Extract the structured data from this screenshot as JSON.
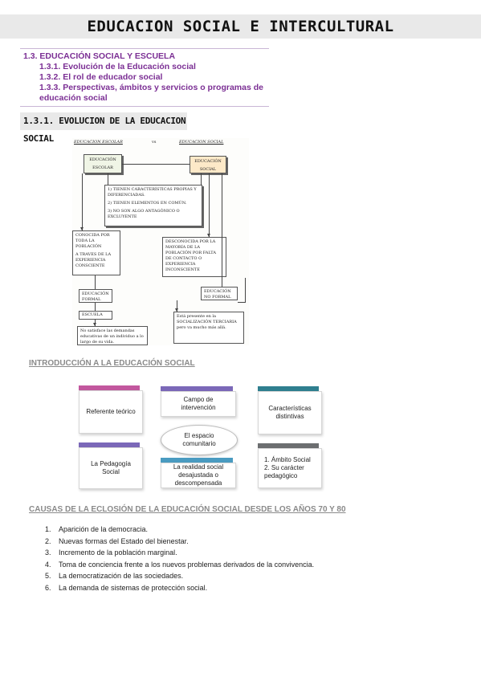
{
  "page": {
    "title": "EDUCACION SOCIAL E INTERCULTURAL"
  },
  "toc": {
    "item_main": "1.3. EDUCACIÓN SOCIAL Y ESCUELA",
    "item_1": "1.3.1. Evolución de la Educación social",
    "item_2": "1.3.2. El rol de educador social",
    "item_3a": "1.3.3. Perspectivas, ámbitos y servicios o programas de",
    "item_3b": "educación social"
  },
  "section_title": "1.3.1. EVOLUCION DE LA EDUCACION SOCIAL",
  "diagram": {
    "header_left": "EDUCACION ESCOLAR",
    "header_vs": "vs",
    "header_right": "EDUCACION SOCIAL",
    "box_escolar_1": "EDUCACIÓN",
    "box_escolar_2": "ESCOLAR",
    "box_social_1": "EDUCACIÓN",
    "box_social_2": "SOCIAL",
    "center_1": "1) TIENEN CARACTERÍSTICAS PROPIAS Y DIFERENCIADAS.",
    "center_2": "2) TIENEN ELEMENTOS EN COMÚN.",
    "center_3": "3) NO SON ALGO ANTAGÓNICO O EXCLUYENTE",
    "left_1": "CONOCIDA POR TODA LA POBLACIÓN",
    "left_2": "A TRAVES DE LA EXPERIENCIA CONSCIENTE",
    "right_1": "DESCONOCIDA POR LA MAYORÍA DE LA POBLACIÓN POR FALTA DE CONTACTO O EXPERIENCIA INCONSCIENTE",
    "formal": "EDUCACIÓN FORMAL",
    "noformal": "EDUCACIÓN NO FORMAL",
    "escuela": "ESCUELA",
    "bottom_left": "No satisface las demandas educativas de un individuo a lo largo de su vida.",
    "bottom_right": "Está presente en la SOCIALIZACIÓN TERCIARIA pero va mucho más allá."
  },
  "intro": {
    "heading": "INTRODUCCIÓN A LA EDUCACIÓN SOCIAL",
    "c1": "Referente teórico",
    "c2": "La Pedagogía Social",
    "c3": "Campo de intervención",
    "c4": "El espacio comunitario",
    "c5": "La realidad social desajustada o descompensada",
    "c6": "Características distintivas",
    "c7a": "1. Ámbito Social",
    "c7b": "2. Su carácter pedagógico",
    "colors": {
      "pink": "#c2579e",
      "purple": "#7b68b8",
      "blue": "#4a9bc1",
      "teal": "#2f7f8f",
      "gray": "#6c6e70"
    }
  },
  "causes": {
    "heading": "CAUSAS DE LA ECLOSIÓN DE LA EDUCACIÓN SOCIAL DESDE LOS AÑOS 70 Y 80",
    "items": [
      {
        "n": "1.",
        "text": "Aparición de la democracia."
      },
      {
        "n": "2.",
        "text": "Nuevas formas del Estado del bienestar."
      },
      {
        "n": "3.",
        "text": "Incremento de la población marginal."
      },
      {
        "n": "4.",
        "text": "Toma de conciencia frente a los nuevos problemas derivados de la convivencia."
      },
      {
        "n": "5.",
        "text": "La democratización de las sociedades."
      },
      {
        "n": "6.",
        "text": "La demanda de sistemas de protección social."
      }
    ]
  }
}
